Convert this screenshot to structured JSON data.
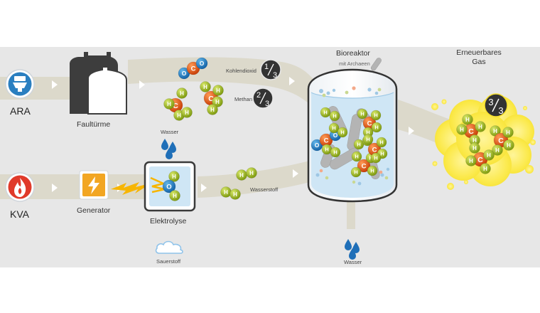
{
  "labels": {
    "ara": "ARA",
    "kva": "KVA",
    "faultuerme": "Faultürme",
    "generator": "Generator",
    "elektrolyse": "Elektrolyse",
    "wasser_top": "Wasser",
    "sauerstoff": "Sauerstoff",
    "kohlendioxid": "Kohlendioxid",
    "methan": "Methan",
    "wasserstoff": "Wasserstoff",
    "bioreaktor": "Bioreaktor",
    "mit_archaeen": "mit Archaeen",
    "wasser_bottom": "Wasser",
    "erneuerbares": "Erneuerbares",
    "gas": "Gas"
  },
  "fractions": {
    "one_third": {
      "num": "1",
      "den": "3"
    },
    "two_thirds": {
      "num": "2",
      "den": "3"
    },
    "three_thirds": {
      "num": "3",
      "den": "3"
    }
  },
  "atoms": {
    "c": "C",
    "h": "H",
    "o": "O"
  },
  "colors": {
    "band": "#e7e7e7",
    "flow": "#dcd9cb",
    "ara_blue": "#2a7fc0",
    "kva_red": "#e03a2a",
    "reactor_liquid": "#cfe6f5",
    "carbon": "#e55a16",
    "hydrogen": "#9db51a",
    "oxygen": "#1f86c8",
    "gas_yellow": "#fbe94a",
    "badge": "#333333",
    "water_drop": "#1f6fb8",
    "generator_orange": "#f2a623"
  },
  "icons": {
    "ara": "toilet-icon",
    "kva": "flame-icon",
    "generator": "lightning-icon",
    "archaea": "archaea-icon",
    "water": "water-drop-icon",
    "oxygen": "cloud-icon"
  }
}
